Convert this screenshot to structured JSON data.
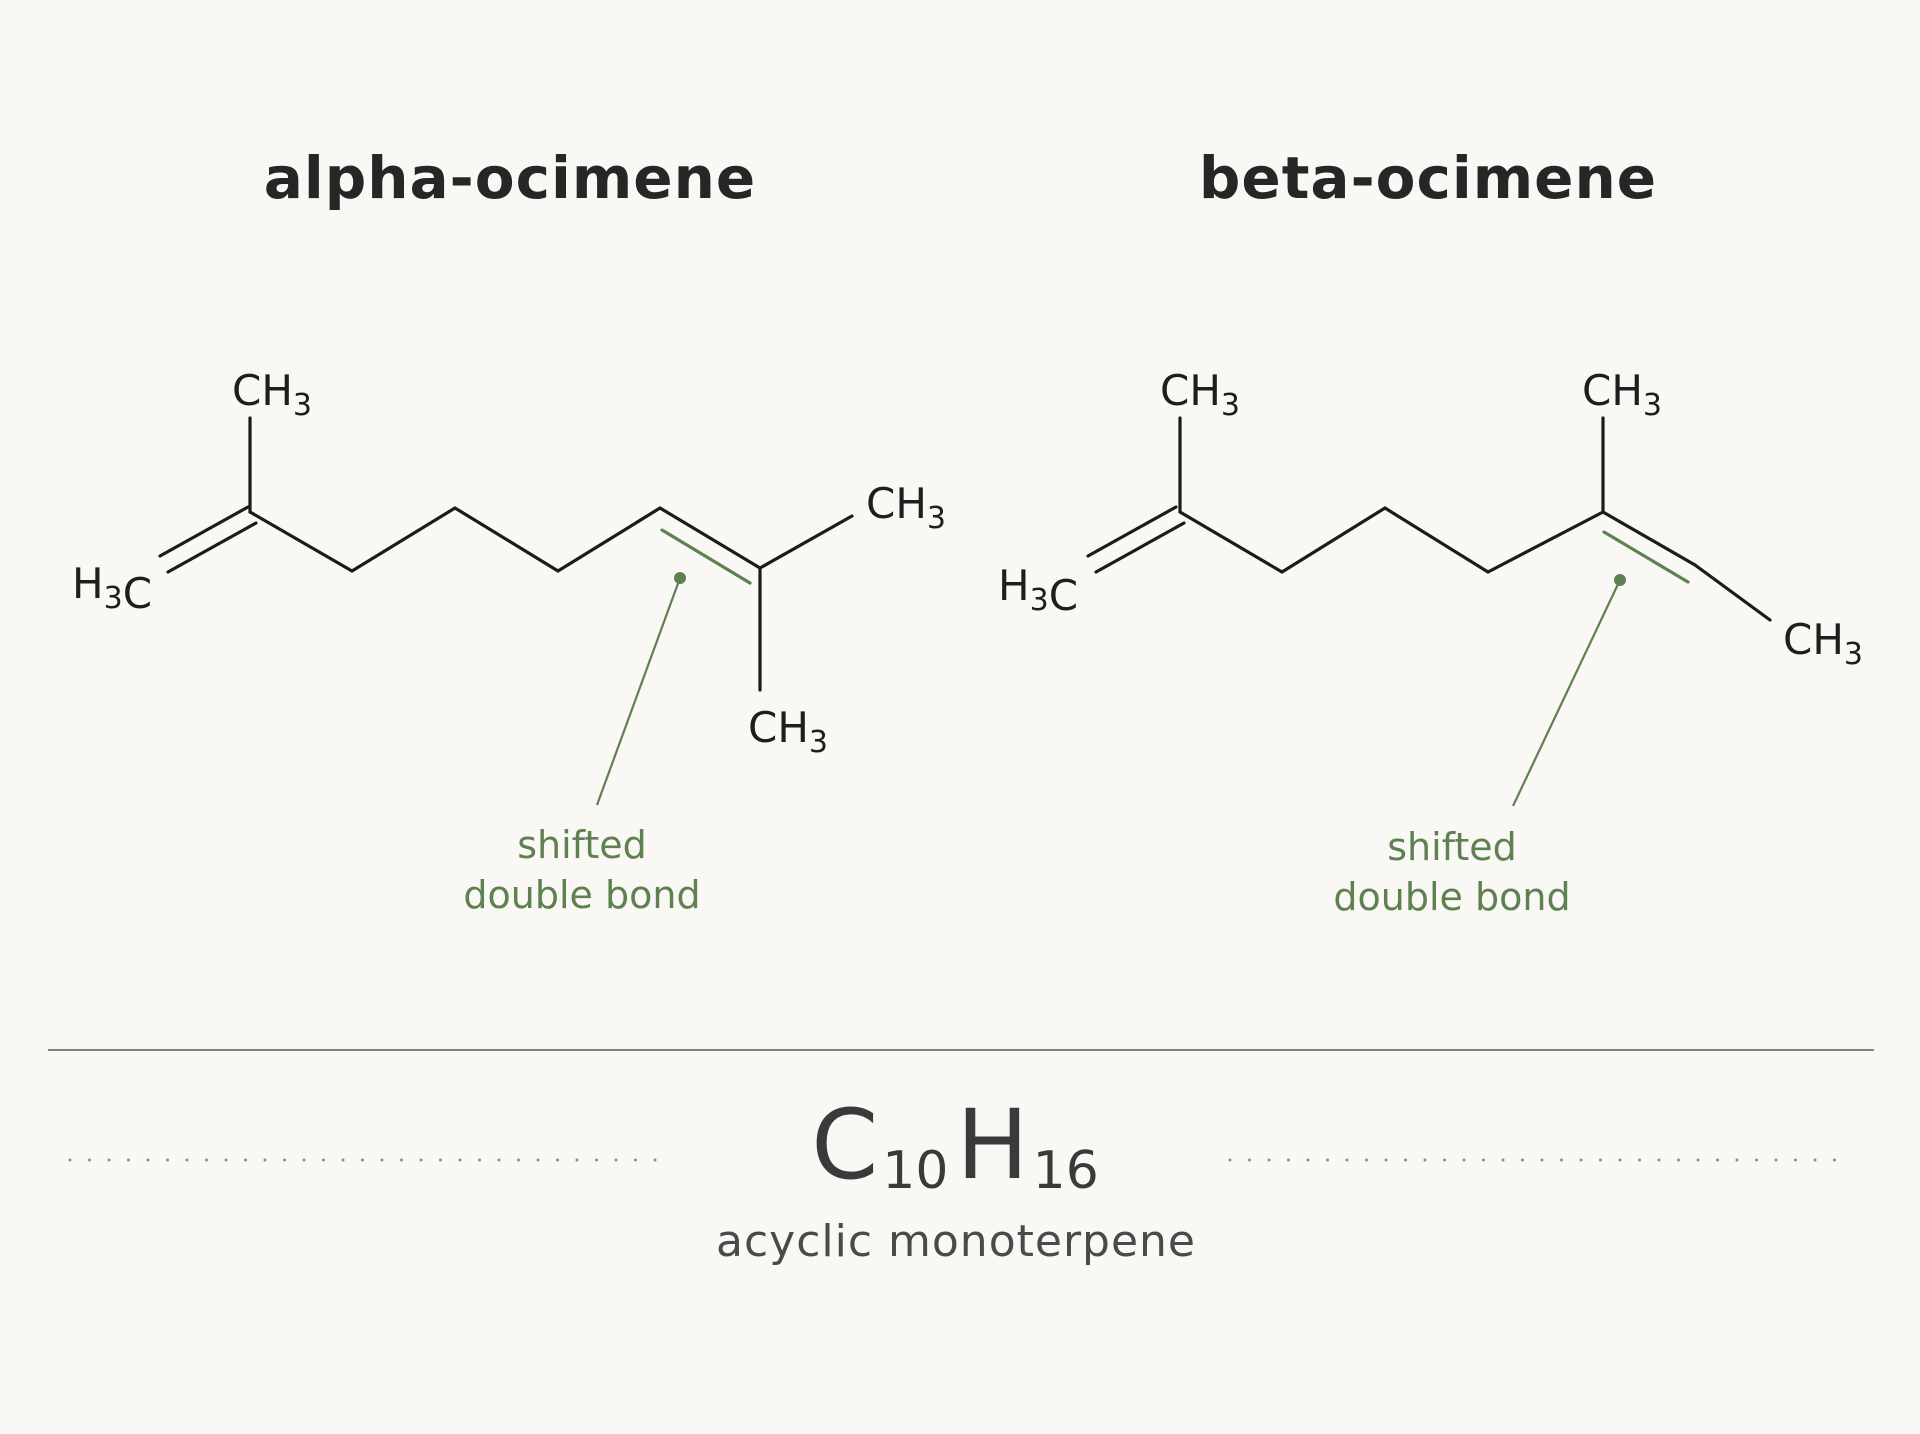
{
  "molecules": [
    {
      "name": "alpha-ocimene",
      "labels": {
        "top_methyl": "CH3",
        "left_methyl": "H3C",
        "right_methyl_upper": "CH3",
        "right_methyl_lower": "CH3"
      },
      "annotation": [
        "shifted",
        "double bond"
      ]
    },
    {
      "name": "beta-ocimene",
      "labels": {
        "top_methyl_left": "CH3",
        "left_methyl": "H3C",
        "top_methyl_right": "CH3",
        "right_methyl": "CH3"
      },
      "annotation": [
        "shifted",
        "double bond"
      ]
    }
  ],
  "formula": {
    "parts": [
      {
        "element": "C",
        "count": "10"
      },
      {
        "element": "H",
        "count": "16"
      }
    ],
    "description": "acyclic monoterpene"
  },
  "colors": {
    "highlight": "#5f8050",
    "bond": "#1b1b1b",
    "background": "#f9f8f4"
  }
}
